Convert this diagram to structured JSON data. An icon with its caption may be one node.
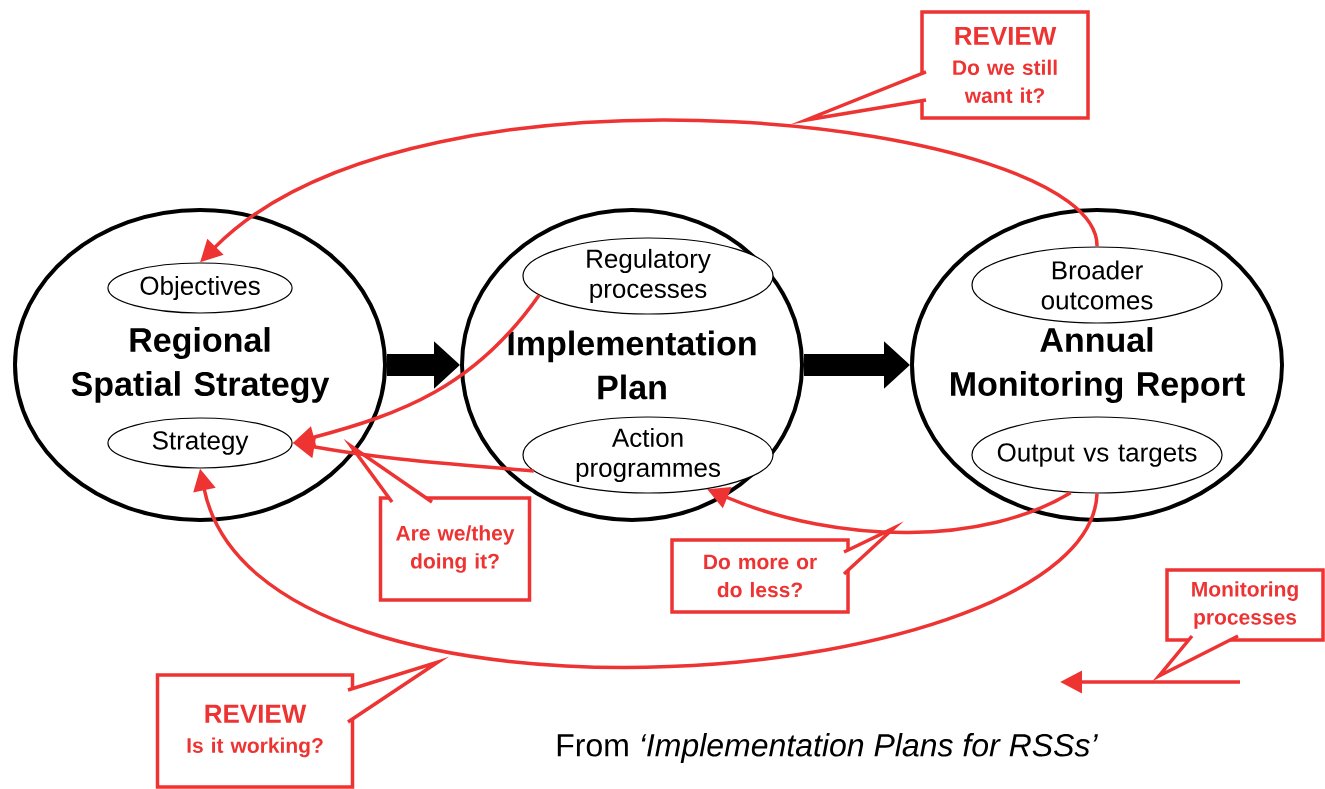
{
  "diagram": {
    "caption": "From *‘Implementation Plans for RSSs’*",
    "nodes": [
      {
        "text": [
          "Regional Spatial Strategy"
        ]
      },
      {
        "text": [
          "Objectives"
        ],
        "in": 0
      },
      {
        "text": [
          "Strategy"
        ],
        "in": 0
      },
      {
        "text": [
          "Implementation Plan"
        ]
      },
      {
        "text": [
          "Regulatory processes"
        ],
        "in": 3
      },
      {
        "text": [
          "Action programmes"
        ],
        "in": 3
      },
      {
        "text": [
          "Annual Monitoring Report"
        ]
      },
      {
        "text": [
          "Broader outcomes"
        ],
        "in": 6
      },
      {
        "text": [
          "Output vs targets"
        ],
        "in": 6
      },
      {
        "text": [
          "REVIEW",
          "Do we still want it?"
        ]
      },
      {
        "text": [
          "Are we/they doing it?"
        ]
      },
      {
        "text": [
          "Do more or do less?"
        ]
      },
      {
        "text": [
          "Monitoring processes"
        ]
      },
      {
        "text": [
          "REVIEW",
          "Is it working?"
        ]
      }
    ],
    "edges": [
      {
        "from": 0,
        "to": 3,
        "arrow": "to",
        "style": "thick",
        "color": "#000000"
      },
      {
        "from": 3,
        "to": 6,
        "arrow": "to",
        "style": "thick",
        "color": "#000000"
      },
      {
        "from": 7,
        "to": 1,
        "arrow": "to"
      },
      {
        "from": 4,
        "to": 2,
        "arrow": "to"
      },
      {
        "from": 5,
        "to": 2,
        "arrow": "to"
      },
      {
        "from": 8,
        "to": 5,
        "arrow": "to"
      },
      {
        "from": 8,
        "to": 2,
        "arrow": "to"
      }
    ]
  }
}
